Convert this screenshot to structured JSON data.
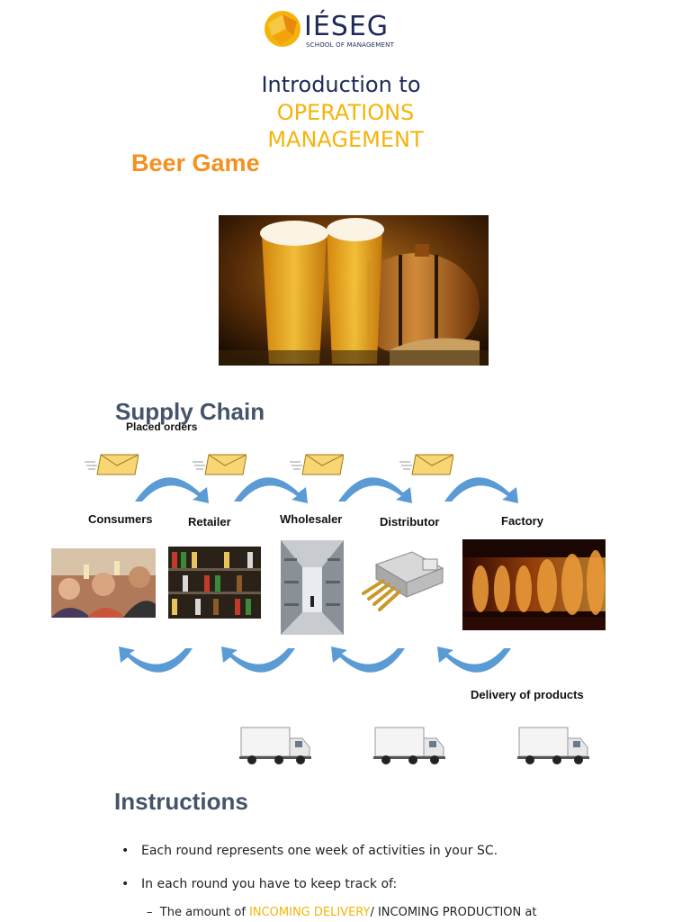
{
  "logo": {
    "brand": "IÉSEG",
    "sub": "SCHOOL OF MANAGEMENT"
  },
  "title": {
    "line1": "Introduction to",
    "line2": "OPERATIONS",
    "line3": "MANAGEMENT"
  },
  "section_beer": "Beer Game",
  "supply_chain": {
    "heading": "Supply Chain",
    "placed_orders": "Placed orders",
    "delivery": "Delivery of products",
    "nodes": [
      "Consumers",
      "Retailer",
      "Wholesaler",
      "Distributor",
      "Factory"
    ]
  },
  "instructions": {
    "heading": "Instructions",
    "bullets": [
      "Each round represents one week of activities in your SC.",
      "In each round you have to keep track of:"
    ],
    "sub_prefix": "The amount of ",
    "sub_accent": "INCOMING DELIVERY",
    "sub_suffix": "/ INCOMING PRODUCTION at"
  },
  "colors": {
    "accent": "#f4b40b",
    "navy": "#1e2a57",
    "orange": "#f4901e",
    "arrow": "#5b9bd5"
  }
}
